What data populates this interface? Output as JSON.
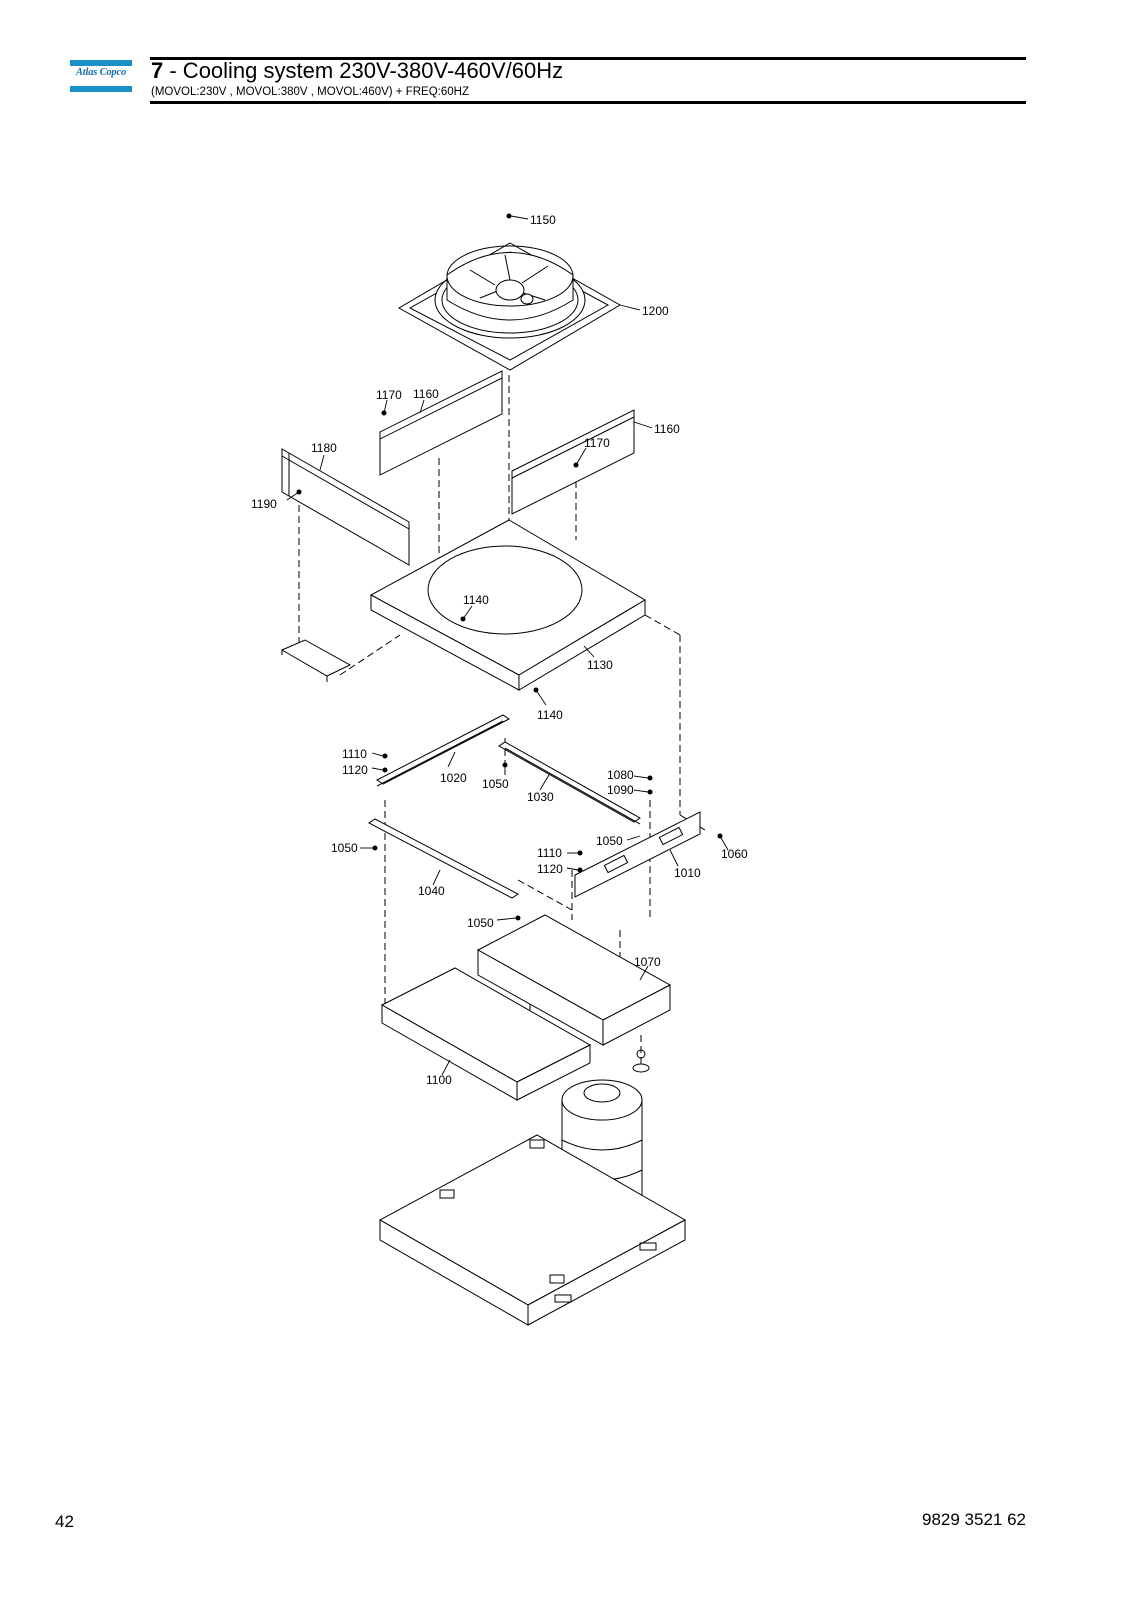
{
  "header": {
    "logo_text": "Atlas Copco",
    "section_number": "7",
    "title": " - Cooling system 230V-380V-460V/60Hz",
    "subtitle": "(MOVOL:230V , MOVOL:380V , MOVOL:460V) + FREQ:60HZ"
  },
  "footer": {
    "page_number": "42",
    "document_number": "9829 3521 62"
  },
  "parts": [
    {
      "id": "p1150",
      "label": "1150"
    },
    {
      "id": "p1200",
      "label": "1200"
    },
    {
      "id": "p1170a",
      "label": "1170"
    },
    {
      "id": "p1160a",
      "label": "1160"
    },
    {
      "id": "p1160b",
      "label": "1160"
    },
    {
      "id": "p1170b",
      "label": "1170"
    },
    {
      "id": "p1180",
      "label": "1180"
    },
    {
      "id": "p1190",
      "label": "1190"
    },
    {
      "id": "p1140a",
      "label": "1140"
    },
    {
      "id": "p1130",
      "label": "1130"
    },
    {
      "id": "p1140b",
      "label": "1140"
    },
    {
      "id": "p1110a",
      "label": "1110"
    },
    {
      "id": "p1120a",
      "label": "1120"
    },
    {
      "id": "p1020",
      "label": "1020"
    },
    {
      "id": "p1050a",
      "label": "1050"
    },
    {
      "id": "p1030",
      "label": "1030"
    },
    {
      "id": "p1080",
      "label": "1080"
    },
    {
      "id": "p1090",
      "label": "1090"
    },
    {
      "id": "p1050b",
      "label": "1050"
    },
    {
      "id": "p1060",
      "label": "1060"
    },
    {
      "id": "p1110b",
      "label": "1110"
    },
    {
      "id": "p1120b",
      "label": "1120"
    },
    {
      "id": "p1010",
      "label": "1010"
    },
    {
      "id": "p1050c",
      "label": "1050"
    },
    {
      "id": "p1040",
      "label": "1040"
    },
    {
      "id": "p1050d",
      "label": "1050"
    },
    {
      "id": "p1070",
      "label": "1070"
    },
    {
      "id": "p1100",
      "label": "1100"
    }
  ]
}
